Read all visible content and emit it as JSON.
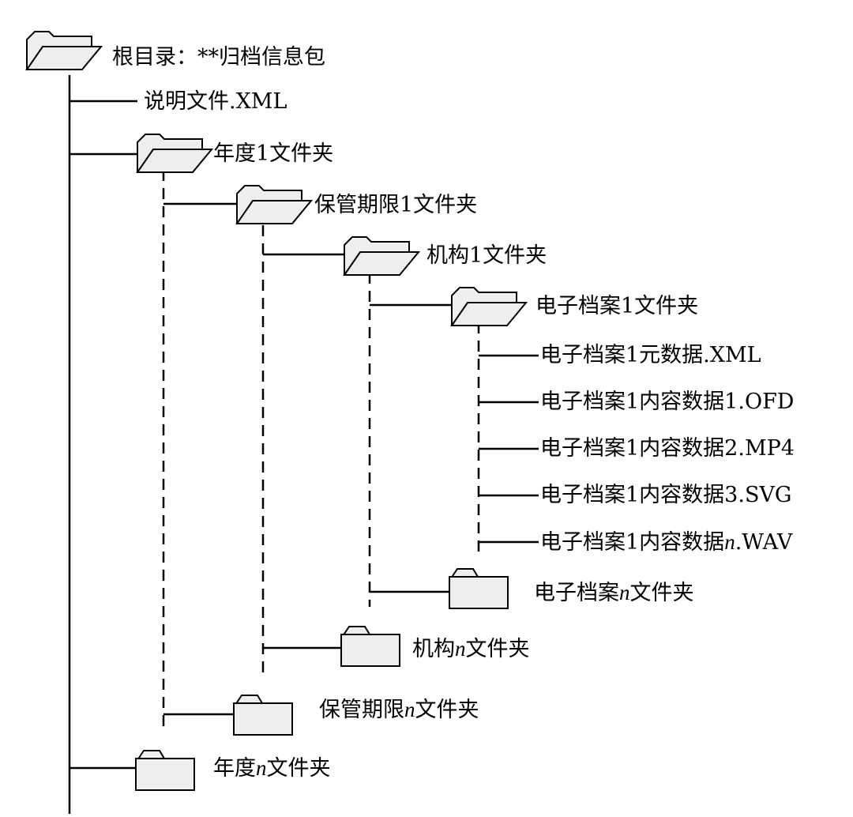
{
  "tree": {
    "root": {
      "label": "根目录：**归档信息包"
    },
    "readme": {
      "label": "说明文件.XML"
    },
    "year1": {
      "label": "年度1文件夹"
    },
    "retention1": {
      "label": "保管期限1文件夹"
    },
    "org1": {
      "label": "机构1文件夹"
    },
    "record1": {
      "label": "电子档案1文件夹"
    },
    "record1_files": {
      "meta": "电子档案1元数据.XML",
      "content1": "电子档案1内容数据1.OFD",
      "content2": "电子档案1内容数据2.MP4",
      "content3": "电子档案1内容数据3.SVG",
      "contentN_prefix": "电子档案1内容数据",
      "contentN_var": "n",
      "contentN_suffix": ".WAV"
    },
    "recordN": {
      "prefix": "电子档案",
      "var": "n",
      "suffix": "文件夹"
    },
    "orgN": {
      "prefix": "机构",
      "var": "n",
      "suffix": "文件夹"
    },
    "retentionN": {
      "prefix": "保管期限",
      "var": "n",
      "suffix": "文件夹"
    },
    "yearN": {
      "prefix": "年度",
      "var": "n",
      "suffix": "文件夹"
    }
  },
  "colors": {
    "folder_fill": "#eeeeee",
    "line": "#000000"
  },
  "icons": {
    "open_folder": "folder-open-icon",
    "closed_folder": "folder-closed-icon"
  }
}
